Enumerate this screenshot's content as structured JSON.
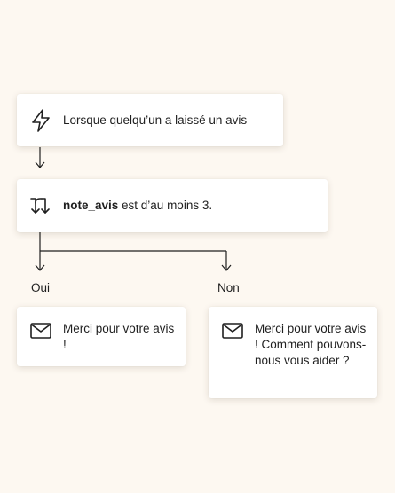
{
  "trigger": {
    "icon": "lightning-bolt-icon",
    "text": "Lorsque quelqu’un a laissé un avis"
  },
  "condition": {
    "icon": "branch-arrows-icon",
    "field": "note_avis",
    "text": " est d’au moins 3."
  },
  "branches": {
    "yes": {
      "label": "Oui",
      "icon": "envelope-icon",
      "message": "Merci pour votre avis !"
    },
    "no": {
      "label": "Non",
      "icon": "envelope-icon",
      "message": "Merci pour votre avis ! Comment pouvons-nous vous aider ?"
    }
  },
  "colors": {
    "background": "#fdf8f1",
    "card": "#ffffff",
    "line": "#1f1f1f"
  }
}
